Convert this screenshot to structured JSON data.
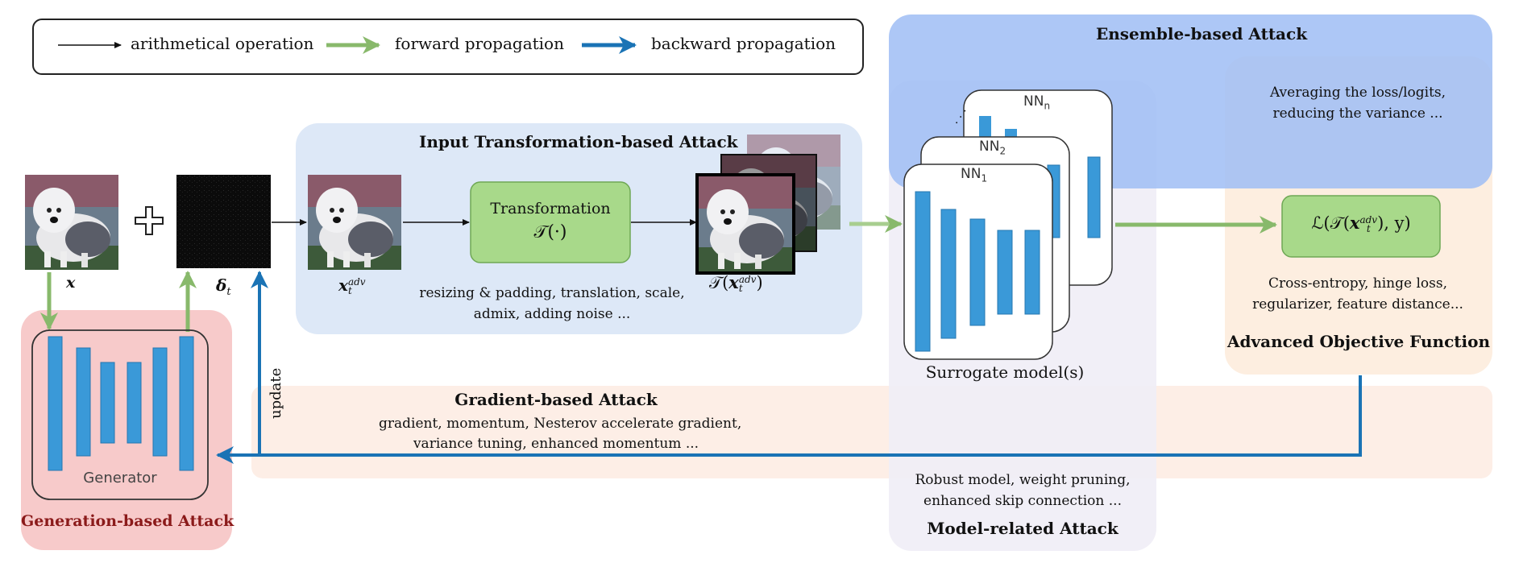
{
  "legend": {
    "arithmetical": "arithmetical operation",
    "forward": "forward propagation",
    "backward": "backward propagation"
  },
  "colors": {
    "black_arrow": "#111111",
    "forward_green": "#88b96b",
    "backward_blue": "#1a73b5",
    "bar_blue": "#3a99d8",
    "transform_box": "#a8d98a",
    "ensemble_bg": "#9fbdf4",
    "input_bg": "#dde8f7",
    "generation_bg": "#f7caca",
    "gradient_bg": "#fdeee6",
    "objective_bg": "#fdeee0",
    "model_bg": "#efedf6"
  },
  "ensemble": {
    "title": "Ensemble-based Attack",
    "desc1": "Averaging the loss/logits,",
    "desc2": "reducing the variance ..."
  },
  "input_transform": {
    "title": "Input Transformation-based Attack",
    "box_line1": "Transformation",
    "box_line2": "𝒯(·)",
    "desc1": "resizing & padding, translation, scale,",
    "desc2": "admix, adding noise ..."
  },
  "labels": {
    "x": "x",
    "delta": "δ",
    "delta_sub": "t",
    "xadv": "x",
    "xadv_sup": "adv",
    "xadv_sub": "t",
    "txadv_pre": "𝒯(",
    "txadv_post": ")",
    "plus": "+"
  },
  "models": {
    "nn_n": "NN",
    "nn_n_sub": "n",
    "nn_2": "NN",
    "nn_2_sub": "2",
    "nn_1": "NN",
    "nn_1_sub": "1",
    "dots": "·  ·  ·",
    "surrogate": "Surrogate model(s)"
  },
  "objective": {
    "formula_pre": "ℒ(𝒯(",
    "formula_post": "), y)",
    "desc1": "Cross-entropy, hinge loss,",
    "desc2": "regularizer, feature distance...",
    "title": "Advanced Objective Function"
  },
  "gradient": {
    "title": "Gradient-based Attack",
    "desc1": "gradient, momentum, Nesterov accelerate gradient,",
    "desc2": "variance tuning, enhanced momentum ...",
    "update": "update"
  },
  "generation": {
    "generator": "Generator",
    "title": "Generation-based Attack"
  },
  "model_related": {
    "desc1": "Robust model, weight pruning,",
    "desc2": "enhanced skip connection ...",
    "title": "Model-related Attack"
  },
  "icons": {
    "dog": "dog-photo",
    "noise": "noise-perturbation",
    "bars": "network-layer-bars"
  }
}
